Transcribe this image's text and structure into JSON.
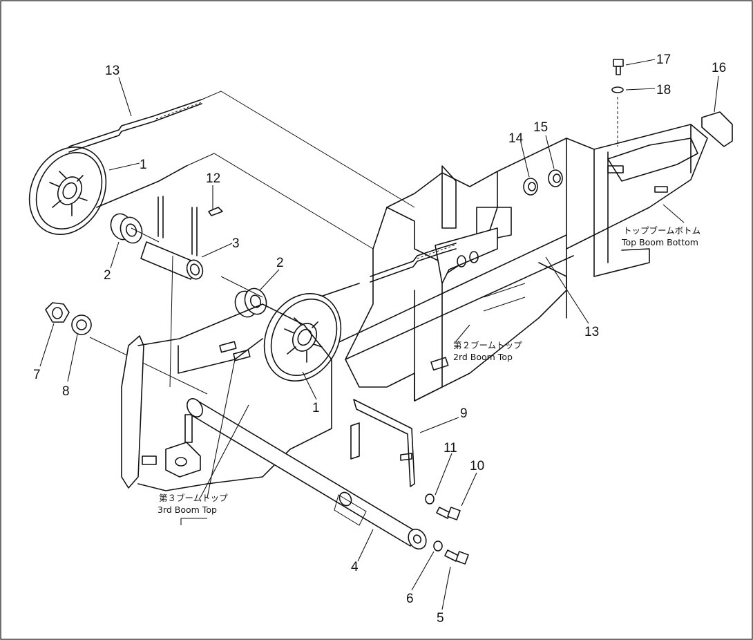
{
  "diagram": {
    "callouts": {
      "c1a": "1",
      "c1b": "1",
      "c2a": "2",
      "c2b": "2",
      "c3": "3",
      "c4": "4",
      "c5": "5",
      "c6": "6",
      "c7": "7",
      "c8": "8",
      "c9": "9",
      "c10": "10",
      "c11": "11",
      "c12": "12",
      "c13a": "13",
      "c13b": "13",
      "c14": "14",
      "c15": "15",
      "c16": "16",
      "c17": "17",
      "c18": "18"
    },
    "notes": {
      "top_bottom_jp": "トップブームボトム",
      "top_bottom_en": "Top  Boom  Bottom",
      "second_top_jp": "第２ブームトップ",
      "second_top_en": "2rd  Boom  Top",
      "third_top_jp": "第３ブームトップ",
      "third_top_en": "3rd  Boom  Top"
    }
  }
}
